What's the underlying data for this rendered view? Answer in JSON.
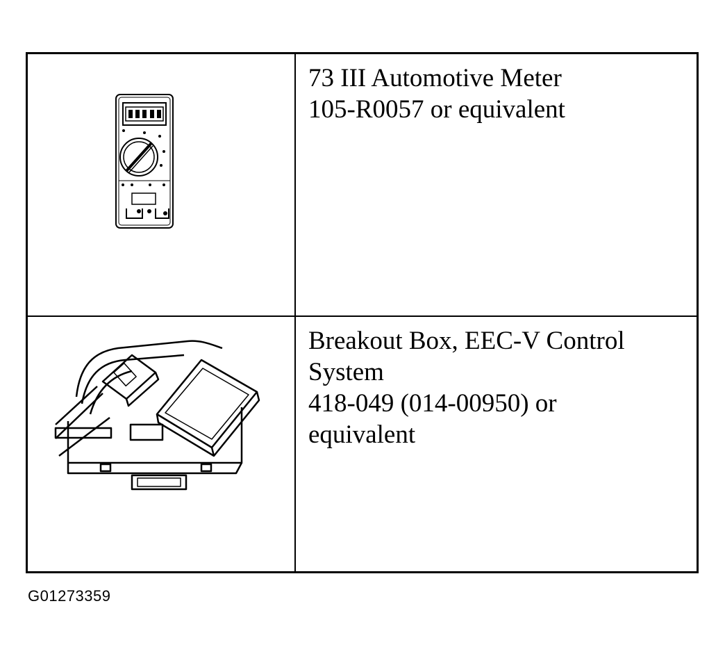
{
  "rows": [
    {
      "image": "multimeter-icon",
      "lines": [
        "73 III Automotive Meter",
        "105-R0057 or equivalent"
      ]
    },
    {
      "image": "breakout-box-icon",
      "lines": [
        "Breakout Box, EEC-V Control",
        "System",
        "418-049 (014-00950) or",
        "equivalent"
      ]
    }
  ],
  "figure_id": "G01273359"
}
